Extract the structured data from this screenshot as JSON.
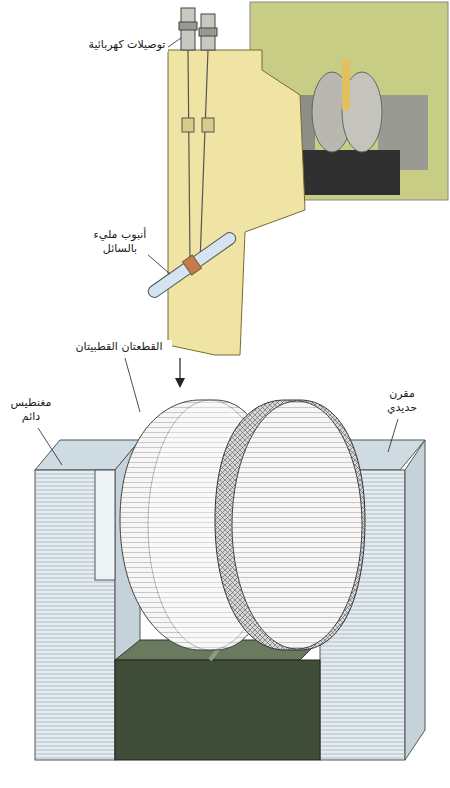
{
  "diagram": {
    "labels": [
      "توصيلات كهربائية",
      "أنبوب مليء بالسائل",
      "القطعتان القطبيتان",
      "مغنطيس دائم",
      "مقرن حديدي"
    ]
  }
}
